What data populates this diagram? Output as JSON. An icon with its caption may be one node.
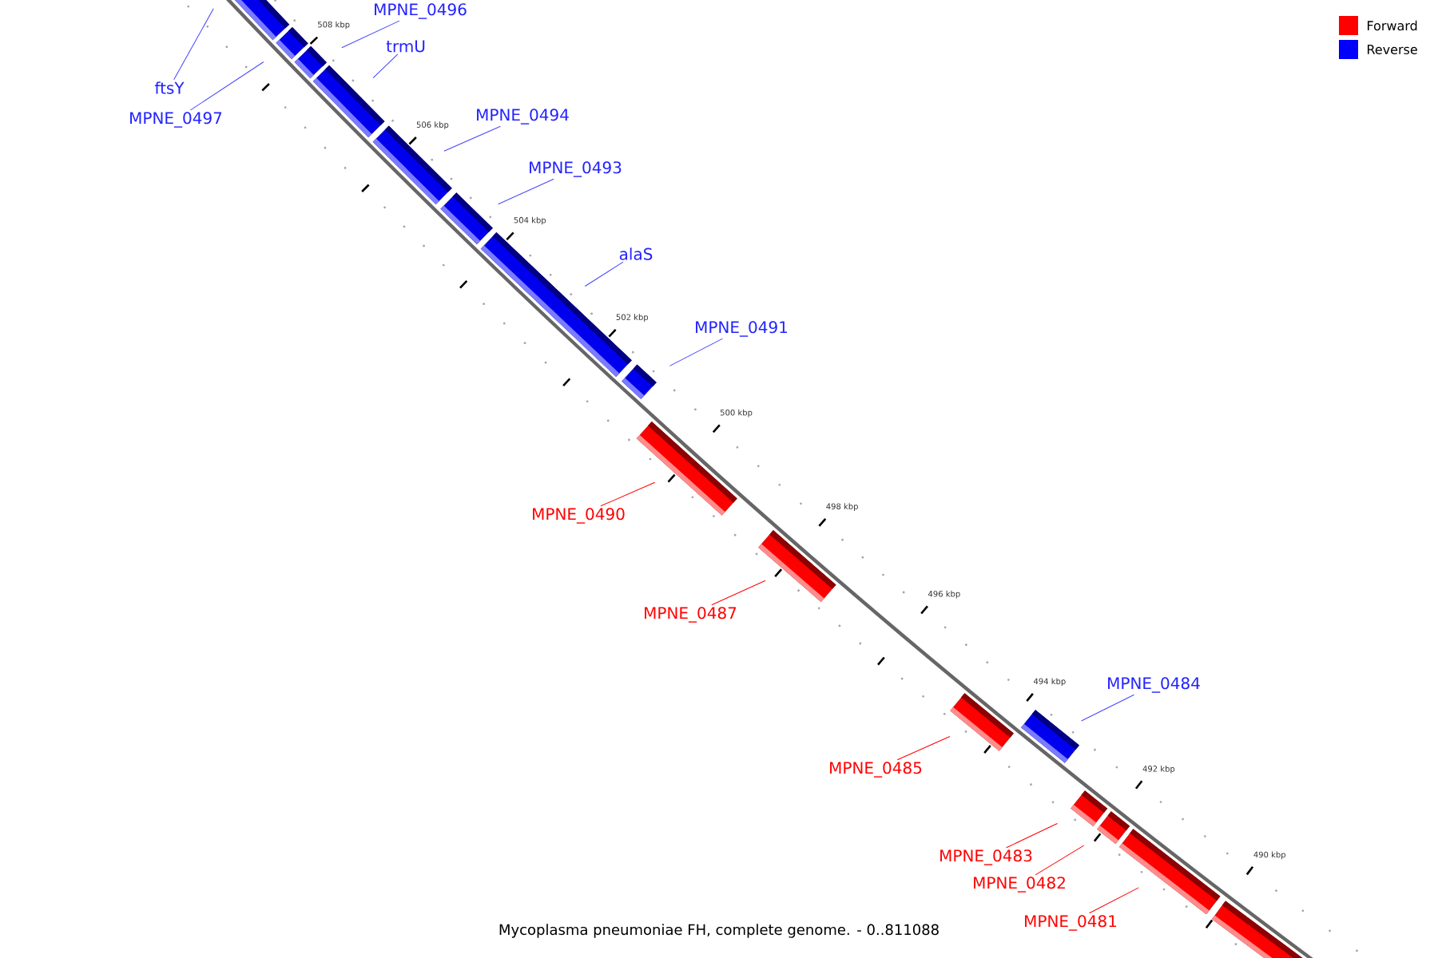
{
  "diagram": {
    "caption": "Mycoplasma pneumoniae FH, complete genome. - 0..811088",
    "nodes": [
      {
        "text": [
          "ftsY"
        ]
      },
      {
        "text": [],
        "shape": "bar"
      },
      {
        "text": [
          "MPNE_0497"
        ]
      },
      {
        "text": [],
        "shape": "bar"
      },
      {
        "text": [
          "MPNE_0496"
        ]
      },
      {
        "text": [],
        "shape": "bar"
      },
      {
        "text": [
          "trmU"
        ]
      },
      {
        "text": [],
        "shape": "bar"
      },
      {
        "text": [
          "MPNE_0494"
        ]
      },
      {
        "text": [],
        "shape": "bar"
      },
      {
        "text": [
          "MPNE_0493"
        ]
      },
      {
        "text": [],
        "shape": "bar"
      },
      {
        "text": [
          "alaS"
        ]
      },
      {
        "text": [],
        "shape": "bar"
      },
      {
        "text": [
          "MPNE_0491"
        ]
      },
      {
        "text": [],
        "shape": "bar"
      },
      {
        "text": [
          "MPNE_0490"
        ]
      },
      {
        "text": [],
        "shape": "bar"
      },
      {
        "text": [
          "MPNE_0487"
        ]
      },
      {
        "text": [],
        "shape": "bar"
      },
      {
        "text": [
          "MPNE_0485"
        ]
      },
      {
        "text": [],
        "shape": "bar"
      },
      {
        "text": [
          "MPNE_0484"
        ]
      },
      {
        "text": [],
        "shape": "bar"
      },
      {
        "text": [
          "MPNE_0483"
        ]
      },
      {
        "text": [],
        "shape": "bar"
      },
      {
        "text": [
          "MPNE_0482"
        ]
      },
      {
        "text": [],
        "shape": "bar"
      },
      {
        "text": [
          "MPNE_0481"
        ]
      },
      {
        "text": [],
        "shape": "bar"
      },
      {
        "text": [],
        "shape": "bar"
      }
    ],
    "edges": [
      {
        "from": 0,
        "to": 1,
        "arrow": "none"
      },
      {
        "from": 2,
        "to": 3,
        "arrow": "none"
      },
      {
        "from": 4,
        "to": 5,
        "arrow": "none"
      },
      {
        "from": 6,
        "to": 7,
        "arrow": "none"
      },
      {
        "from": 8,
        "to": 9,
        "arrow": "none"
      },
      {
        "from": 10,
        "to": 11,
        "arrow": "none"
      },
      {
        "from": 12,
        "to": 13,
        "arrow": "none"
      },
      {
        "from": 14,
        "to": 15,
        "arrow": "none"
      },
      {
        "from": 16,
        "to": 17,
        "arrow": "none",
        "color": "#ff0000"
      },
      {
        "from": 18,
        "to": 19,
        "arrow": "none",
        "color": "#ff0000"
      },
      {
        "from": 20,
        "to": 21,
        "arrow": "none",
        "color": "#ff0000"
      },
      {
        "from": 22,
        "to": 23,
        "arrow": "none"
      },
      {
        "from": 24,
        "to": 25,
        "arrow": "none",
        "color": "#ff0000"
      },
      {
        "from": 26,
        "to": 27,
        "arrow": "none",
        "color": "#ff0000"
      },
      {
        "from": 28,
        "to": 29,
        "arrow": "none",
        "color": "#ff0000"
      }
    ],
    "labels": [
      "508 kbp",
      "506 kbp",
      "504 kbp",
      "502 kbp",
      "500 kbp",
      "498 kbp",
      "496 kbp",
      "494 kbp",
      "492 kbp",
      "490 kbp"
    ],
    "legend": [
      {
        "text": "Forward",
        "color": "#ff0000"
      },
      {
        "text": "Reverse",
        "color": "#0000ff"
      }
    ]
  }
}
